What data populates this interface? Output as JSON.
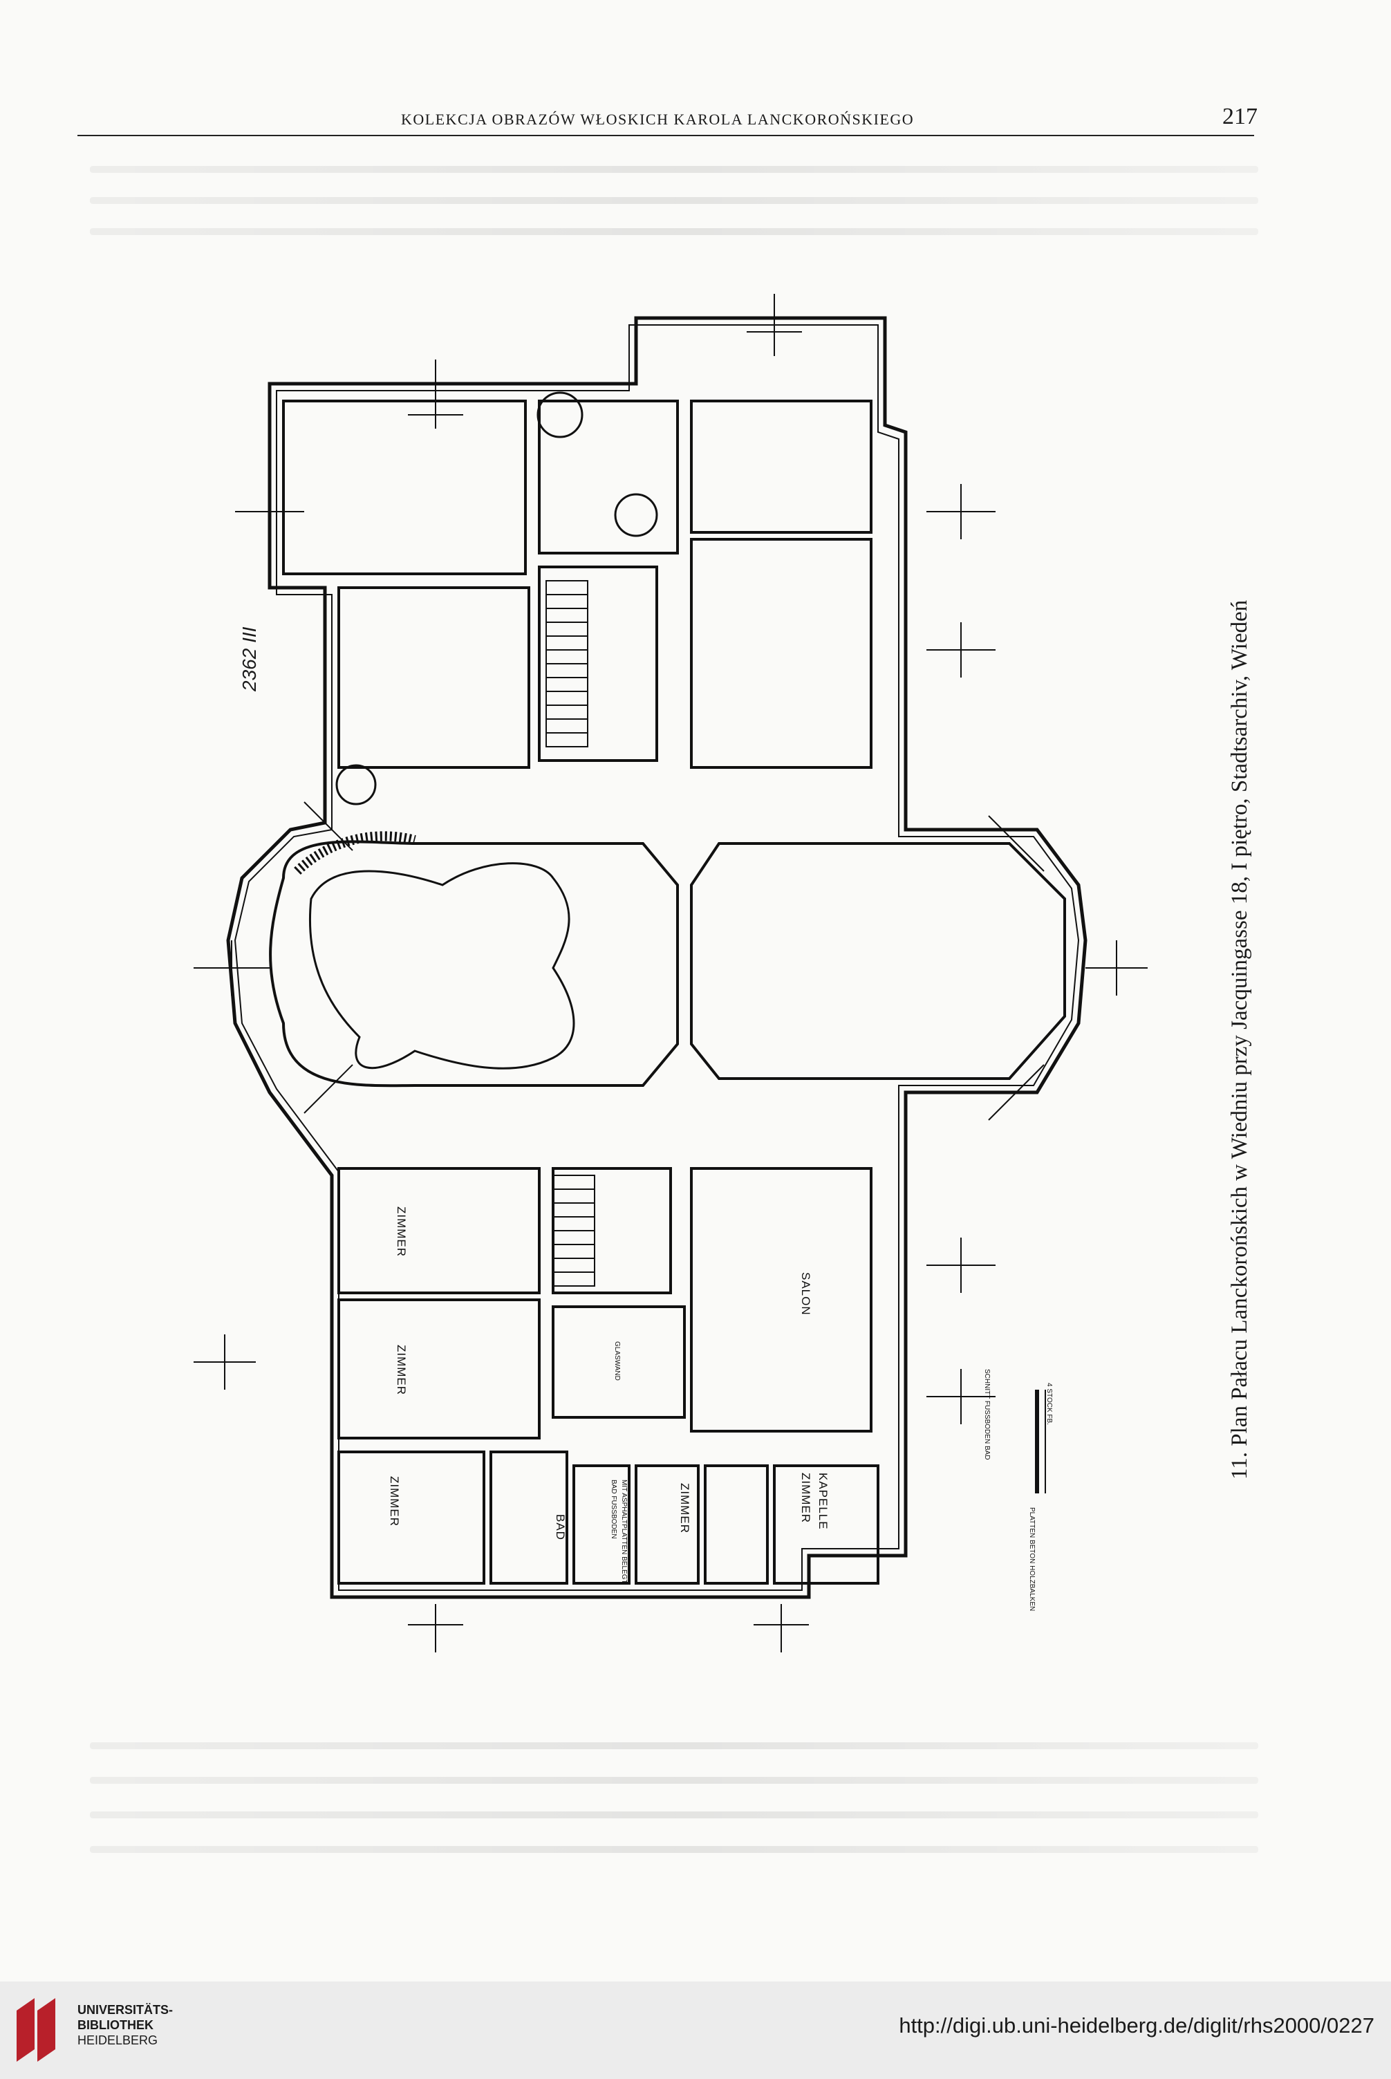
{
  "header": {
    "running_title": "KOLEKCJA OBRAZÓW WŁOSKICH KAROLA LANCKOROŃSKIEGO",
    "page_number": "217"
  },
  "figure": {
    "caption": "11. Plan Pałacu Lanckorońskich w Wiedniu przy Jacquingasse 18, I piętro, Stadtsarchiv, Wiedeń",
    "archive_mark": "2362 III",
    "rooms": {
      "zimmer_1": "ZIMMER",
      "zimmer_2": "ZIMMER",
      "zimmer_3": "ZIMMER",
      "bad": "BAD",
      "bad_fussboden": "BAD FUSSBODEN",
      "bad_note": "MIT ASPHALTPLATTEN BELEGT",
      "zimmer_4": "ZIMMER",
      "zimmer_5": "ZIMMER",
      "kapelle": "KAPELLE",
      "salon": "SALON",
      "gang": "GLASWAND"
    },
    "section_note": "SCHNITT FUSSBODEN BAD",
    "section_sub": "4 STOCK FB.",
    "section_legend": "PLATTEN BETON HOLZBALKEN"
  },
  "footer": {
    "library_line1": "UNIVERSITÄTS-",
    "library_line2": "BIBLIOTHEK",
    "library_line3": "HEIDELBERG",
    "url": "http://digi.ub.uni-heidelberg.de/diglit/rhs2000/0227"
  }
}
